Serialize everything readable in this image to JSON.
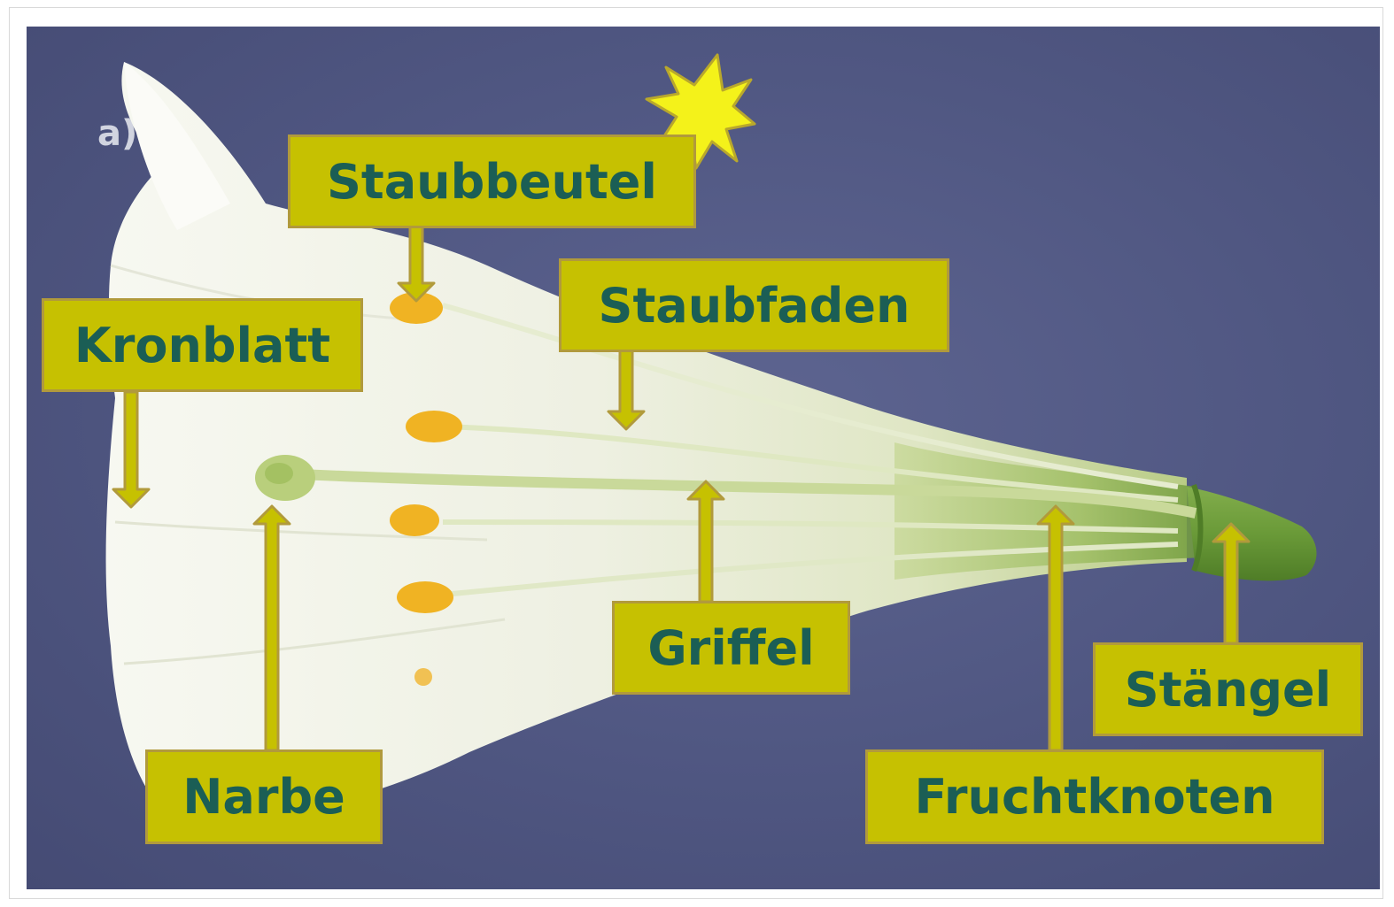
{
  "figure": {
    "panel_label": "a)",
    "labels": {
      "staubbeutel": "Staubbeutel",
      "staubfaden": "Staubfaden",
      "kronblatt": "Kronblatt",
      "griffel": "Griffel",
      "narbe": "Narbe",
      "staengel": "Stängel",
      "fruchtknoten": "Fruchtknoten"
    },
    "colors": {
      "label_fill": "#c6c101",
      "label_border": "#b19a3c",
      "label_text": "#1b5e55",
      "background": "#4f5681",
      "star": "#f4f21a"
    }
  }
}
